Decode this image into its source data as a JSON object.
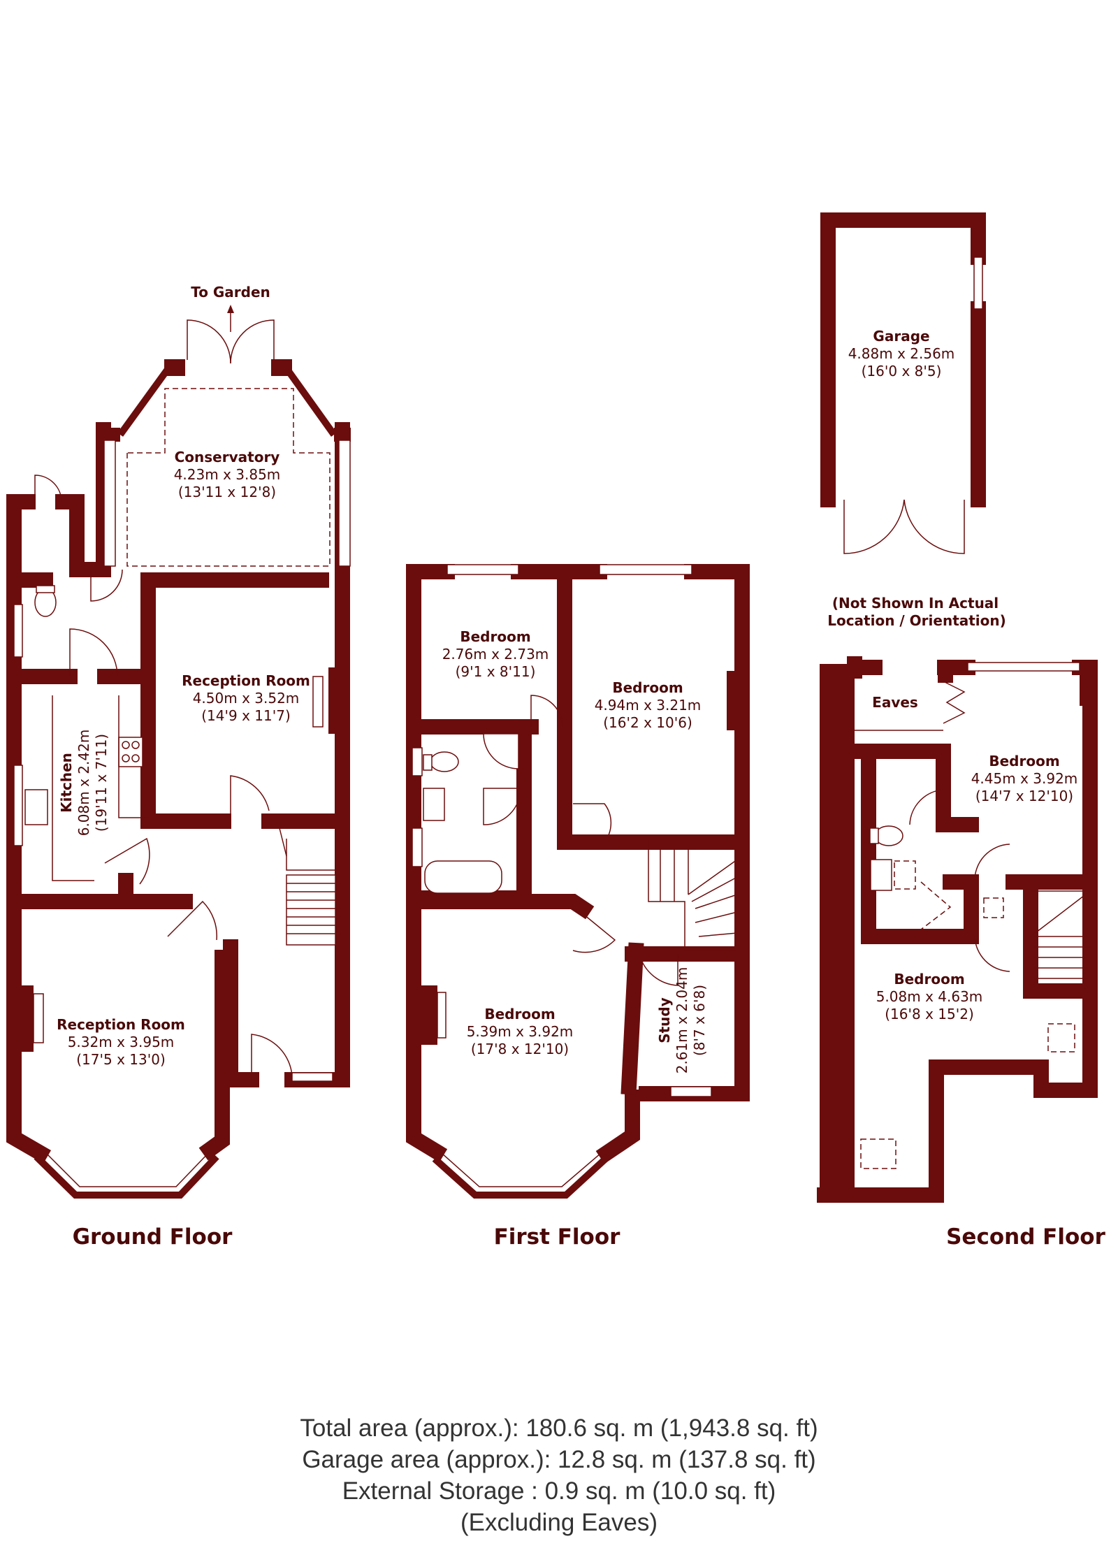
{
  "floors": {
    "ground": "Ground Floor",
    "first": "First Floor",
    "second": "Second Floor"
  },
  "labels": {
    "to_garden": "To Garden",
    "not_shown": [
      "(Not Shown In Actual",
      "Location / Orientation)"
    ]
  },
  "rooms": {
    "conservatory": {
      "name": "Conservatory",
      "metric": "4.23m x 3.85m",
      "imperial": "(13'11 x 12'8)"
    },
    "reception_rear": {
      "name": "Reception Room",
      "metric": "4.50m x 3.52m",
      "imperial": "(14'9 x 11'7)"
    },
    "kitchen": {
      "name": "Kitchen",
      "metric": "6.08m x 2.42m",
      "imperial": "(19'11 x 7'11)"
    },
    "reception_front": {
      "name": "Reception Room",
      "metric": "5.32m x 3.95m",
      "imperial": "(17'5 x 13'0)"
    },
    "bedroom_ff_rear_left": {
      "name": "Bedroom",
      "metric": "2.76m x 2.73m",
      "imperial": "(9'1 x 8'11)"
    },
    "bedroom_ff_rear_right": {
      "name": "Bedroom",
      "metric": "4.94m x 3.21m",
      "imperial": "(16'2 x 10'6)"
    },
    "bedroom_ff_front": {
      "name": "Bedroom",
      "metric": "5.39m x 3.92m",
      "imperial": "(17'8 x 12'10)"
    },
    "study": {
      "name": "Study",
      "metric": "2.61m x 2.04m",
      "imperial": "(8'7 x 6'8)"
    },
    "garage": {
      "name": "Garage",
      "metric": "4.88m x 2.56m",
      "imperial": "(16'0 x 8'5)"
    },
    "eaves": {
      "name": "Eaves"
    },
    "bedroom_sf_rear": {
      "name": "Bedroom",
      "metric": "4.45m x 3.92m",
      "imperial": "(14'7 x 12'10)"
    },
    "bedroom_sf_front": {
      "name": "Bedroom",
      "metric": "5.08m x 4.63m",
      "imperial": "(16'8 x 15'2)"
    }
  },
  "totals": {
    "total": "Total area (approx.): 180.6 sq. m (1,943.8 sq. ft)",
    "garage": "Garage area (approx.): 12.8 sq. m (137.8 sq. ft)",
    "storage": "External Storage : 0.9 sq. m (10.0 sq. ft)",
    "note": "(Excluding Eaves)"
  }
}
